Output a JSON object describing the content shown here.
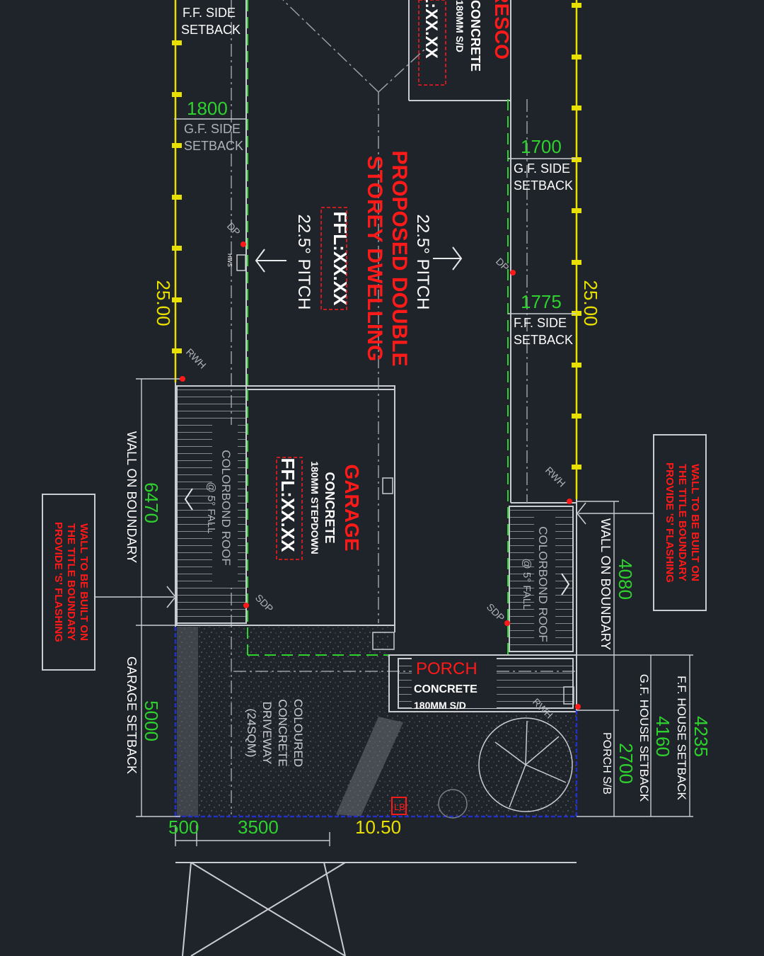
{
  "colors": {
    "background": "#1f232a",
    "linework": "#c8ccd0",
    "dimension_green": "#2ed12e",
    "boundary_yellow": "#e8e000",
    "label_red": "#ff1a1a",
    "text_white": "#ffffff",
    "frontage_blue": "#2030c8"
  },
  "dwelling": {
    "title_line1": "PROPOSED DOUBLE",
    "title_line2": "STOREY DWELLING",
    "ffl": "FFL:XX.XX",
    "pitch_left": "22.5° PITCH",
    "pitch_right": "22.5° PITCH"
  },
  "alfresco": {
    "title": "ALFRESCO",
    "material": "CONCRETE",
    "stepdown": "180MM S/D",
    "ffl": "FFL:XX.XX"
  },
  "garage": {
    "title": "GARAGE",
    "material": "CONCRETE",
    "stepdown": "180MM STEPDOWN",
    "ffl": "FFL:XX.XX",
    "roof": "COLORBOND ROOF",
    "fall": "@ 5° FALL"
  },
  "porch": {
    "title": "PORCH",
    "material": "CONCRETE",
    "stepdown": "180MM S/D",
    "roof": "COLORBOND ROOF",
    "fall": "@ 5° FALL"
  },
  "driveway": {
    "line1": "COLOURED",
    "line2": "CONCRETE",
    "line3": "DRIVEWAY",
    "line4": "(24SQM)"
  },
  "setbacks": {
    "ff_side_left": [
      "F.F. SIDE",
      "SETBACK"
    ],
    "gf_side_left": [
      "G.F. SIDE",
      "SETBACK"
    ],
    "gf_side_left_value": "1800",
    "gf_side_right": [
      "G.F. SIDE",
      "SETBACK"
    ],
    "gf_side_right_value": "1700",
    "ff_side_right": [
      "F.F. SIDE",
      "SETBACK"
    ],
    "ff_side_right_value": "1775",
    "garage_setback_label": "GARAGE SETBACK",
    "garage_setback_value": "5000",
    "gf_house_setback_label": "G.F. HOUSE SETBACK",
    "gf_house_setback_value": "4160",
    "ff_house_setback_label": "F.F. HOUSE SETBACK",
    "ff_house_setback_value": "4235",
    "porch_setback_label": "PORCH S/B",
    "porch_setback_value": "2700"
  },
  "boundaries": {
    "left_length": "25.00",
    "right_length": "25.00",
    "frontage": "10.50",
    "wall_left_label": "WALL ON BOUNDARY",
    "wall_left_value": "6470",
    "wall_right_label": "WALL ON BOUNDARY",
    "wall_right_value": "4080"
  },
  "notes": {
    "left": [
      "WALL TO BE BUILT ON",
      "THE TITLE BOUNDARY",
      "PROVIDE 'S' FLASHING"
    ],
    "right": [
      "WALL TO BE BUILT ON",
      "THE TITLE BOUNDARY",
      "PROVIDE 'S' FLASHING"
    ]
  },
  "crossover": {
    "offset": "500",
    "width": "3500"
  },
  "tags": {
    "rwh": "RWH",
    "dp": "DP",
    "sdp": "SDP",
    "hw": "HWS",
    "lb": "LB"
  }
}
